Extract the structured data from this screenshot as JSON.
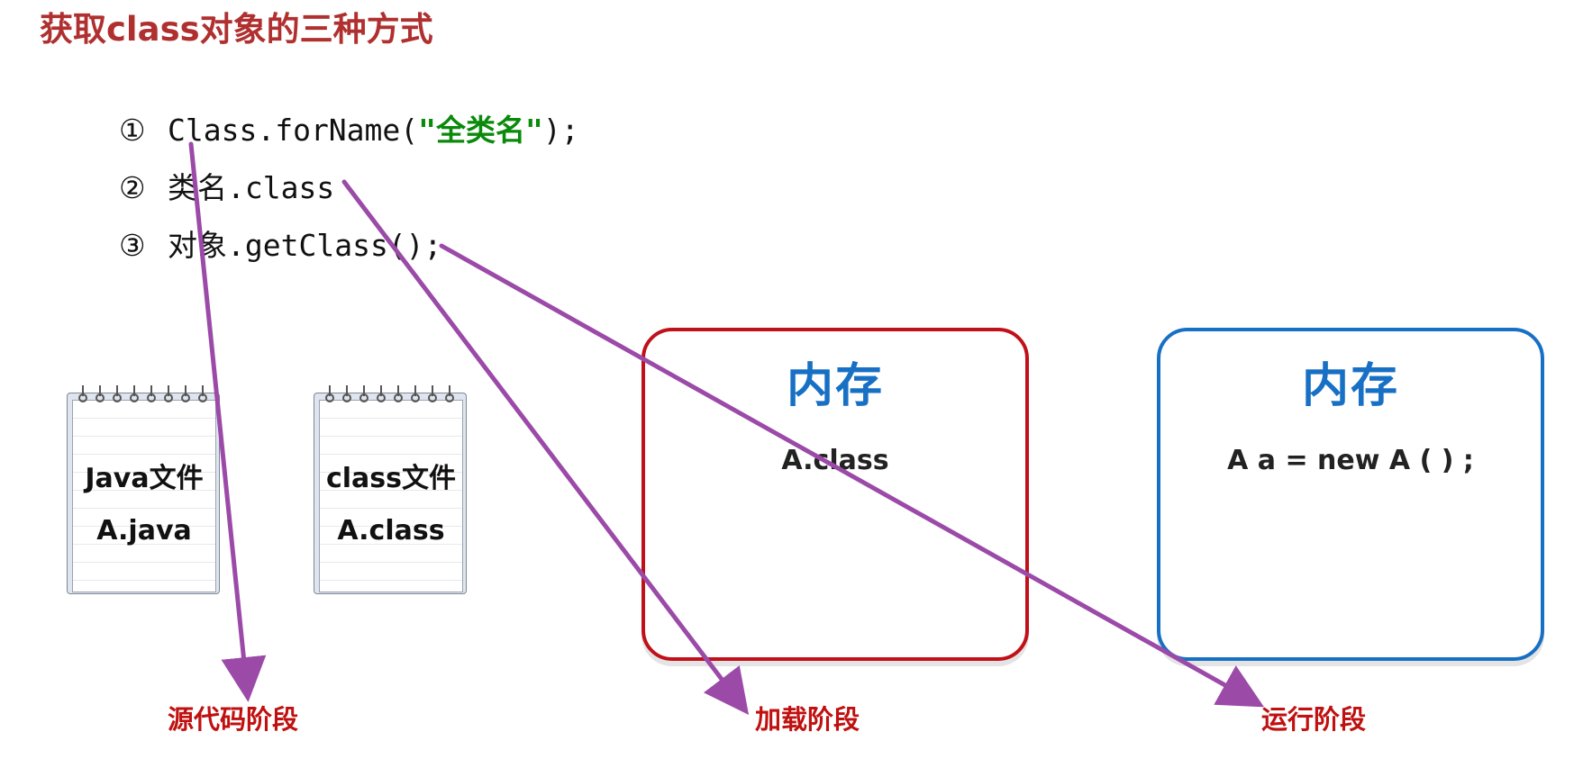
{
  "title": "获取class对象的三种方式",
  "methods": [
    {
      "num": "①",
      "code_prefix": "Class.forName(",
      "code_string": "\"全类名\"",
      "code_suffix": ");"
    },
    {
      "num": "②",
      "code": "类名.class"
    },
    {
      "num": "③",
      "code": "对象.getClass();"
    }
  ],
  "files": [
    {
      "label": "Java文件",
      "name": "A.java"
    },
    {
      "label": "class文件",
      "name": "A.class"
    }
  ],
  "memory_boxes": [
    {
      "title": "内存",
      "content": "A.class",
      "border_color": "#c0101a"
    },
    {
      "title": "内存",
      "content": "A a =  new A ( ) ;",
      "border_color": "#1770c4"
    }
  ],
  "stages": [
    "源代码阶段",
    "加载阶段",
    "运行阶段"
  ],
  "colors": {
    "title": "#b03030",
    "string_literal": "#0a8a0a",
    "arrow": "#9b4aa8",
    "stage_label": "#c01010",
    "memory_title": "#1770c4"
  },
  "icons": [
    "notebook-icon",
    "arrow-icon"
  ]
}
